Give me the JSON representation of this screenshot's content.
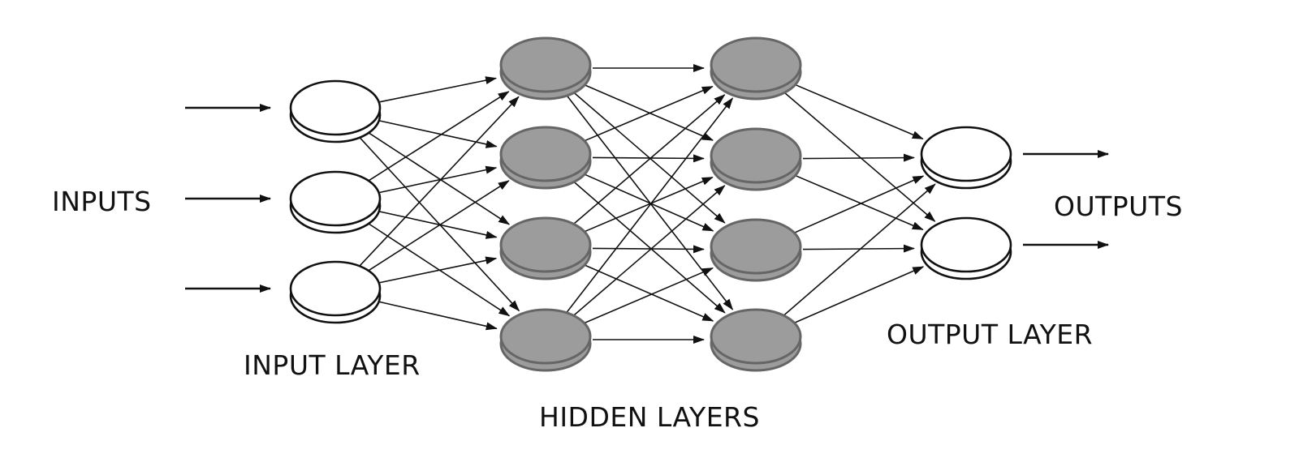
{
  "labels": {
    "inputs": "INPUTS",
    "input_layer": "INPUT LAYER",
    "hidden_layers": "HIDDEN LAYERS",
    "output_layer": "OUTPUT LAYER",
    "outputs": "OUTPUTS"
  },
  "colors": {
    "io_node_fill": "#ffffff",
    "io_node_stroke": "#111111",
    "hidden_node_fill": "#9c9c9c",
    "hidden_node_stroke": "#666666",
    "arrow": "#111111"
  },
  "network": {
    "layers": [
      {
        "name": "input",
        "nodes": 3
      },
      {
        "name": "hidden",
        "nodes": 4
      },
      {
        "name": "hidden",
        "nodes": 4
      },
      {
        "name": "output",
        "nodes": 2
      }
    ],
    "inputs": 3,
    "outputs": 2
  }
}
